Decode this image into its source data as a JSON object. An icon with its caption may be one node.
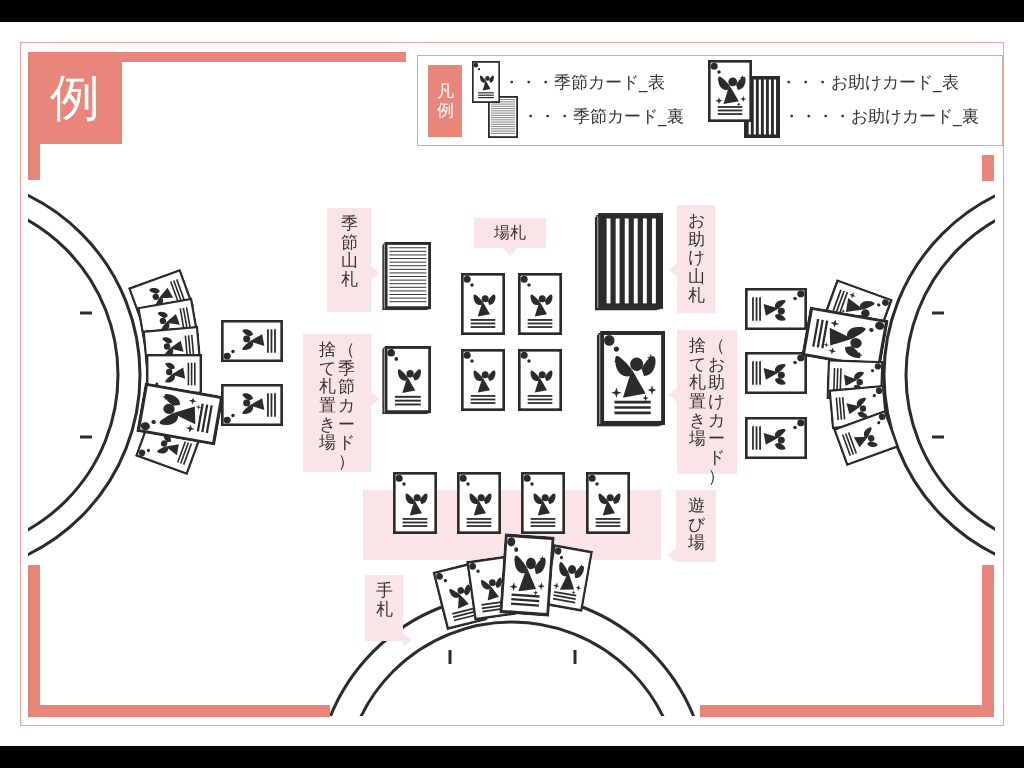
{
  "diagram": {
    "title": "例",
    "nodes": [
      {
        "text": [
          "季節山札"
        ]
      },
      {
        "text": [
          "場札"
        ]
      },
      {
        "text": [
          "お助け山札"
        ]
      },
      {
        "text": [
          "捨て札置き場",
          "（季節カード）"
        ]
      },
      {
        "text": [
          "捨て札置き場",
          "（お助けカード）"
        ]
      },
      {
        "text": [
          "遊び場"
        ]
      },
      {
        "text": [
          "手札"
        ]
      },
      {
        "text": [],
        "shape": "band"
      }
    ],
    "labels": [
      "凡例"
    ],
    "legend": [
      {
        "text": "・・・季節カード_表"
      },
      {
        "text": "・・・季節カード_裏"
      },
      {
        "text": "・・・お助けカード_表"
      },
      {
        "text": "・・・・お助けカード_裏"
      }
    ]
  }
}
